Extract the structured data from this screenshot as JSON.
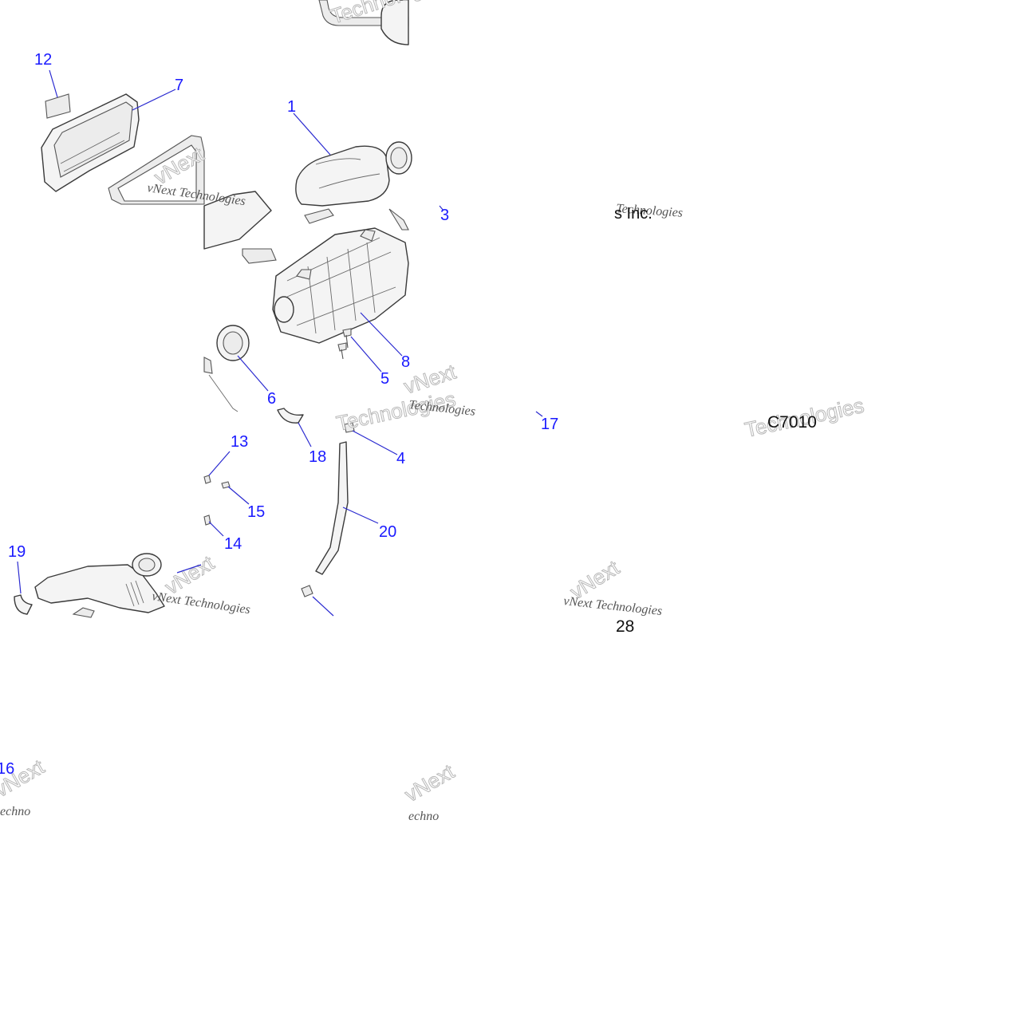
{
  "colors": {
    "callout": "#1a1aff",
    "leader": "#2a2ad0",
    "line_art": "#3a3a3a",
    "watermark": "#555555",
    "text": "#111111"
  },
  "callouts": [
    "12",
    "7",
    "1",
    "3",
    "8",
    "5",
    "6",
    "17",
    "13",
    "18",
    "4",
    "15",
    "20",
    "14",
    "19",
    "16"
  ],
  "watermark": {
    "brand": "vNext Technologies",
    "outline_words": [
      "vNext",
      "Technologies"
    ],
    "fragment_inc": "s Inc.",
    "fragment_tech": "Te",
    "fragment_techno": "echno"
  },
  "labels": {
    "illustration_code": "C7010",
    "page_number": "28"
  }
}
